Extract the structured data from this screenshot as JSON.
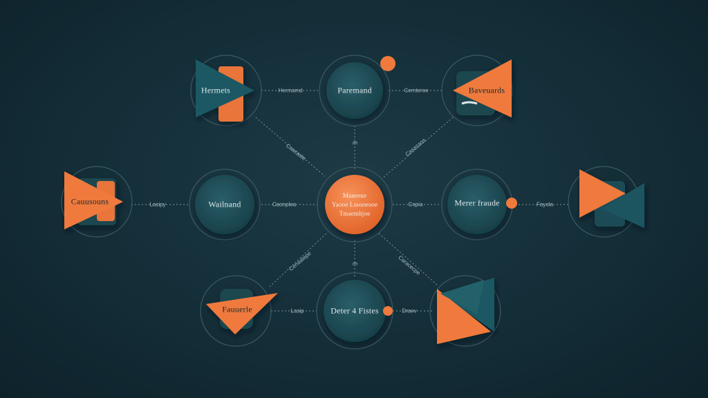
{
  "colors": {
    "background": "#15303a",
    "node_teal": "#1e4c57",
    "accent_orange": "#f07a3c",
    "ring": "#3c5a63",
    "edge": "#7f969c"
  },
  "nodes": {
    "top_left": "Hermets",
    "top_center": "Paremand",
    "top_right": "Baveuards",
    "mid_left": "Cauusouns",
    "mid_center_left": "Wailnand",
    "center_line1": "Maneeue",
    "center_line2": "Yaooe Lssooeooe",
    "center_line3": "Tmaemhjoe",
    "mid_center_right": "Merer fraude",
    "bottom_left": "Fauuerle",
    "bottom_center": "Deter 4 Fistes"
  },
  "edges": {
    "top_left_to_top_center": "Hermamd",
    "top_center_to_top_right": "Cemteroe",
    "top_left_to_center": "Caacaste",
    "top_center_to_center": "E",
    "top_right_to_center": "Casasaos",
    "mid_left_to_mid_center_left": "Lasipy",
    "mid_center_left_to_center": "Caonplea",
    "center_to_mid_center_right": "Copia",
    "mid_center_right_to_mid_right": "Fayola",
    "bottom_left_to_center": "Cenaalepe",
    "center_to_bottom_center": "E",
    "center_to_bottom_right": "Caracecpe",
    "bottom_left_to_bottom_center": "Lasip",
    "bottom_center_to_bottom_right": "Draev"
  }
}
